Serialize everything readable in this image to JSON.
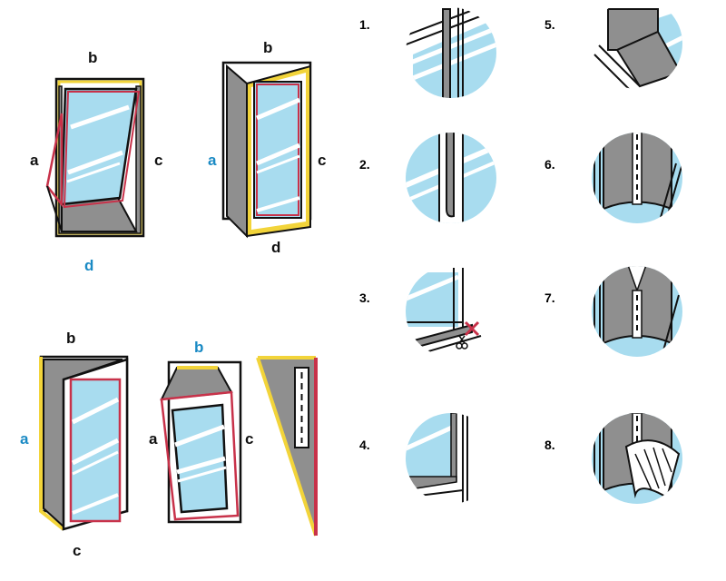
{
  "colors": {
    "outline": "#111111",
    "glass": "#a8dcef",
    "frame_gray": "#8f8f8f",
    "yellow": "#f2d43a",
    "red": "#c8324a",
    "blue_label": "#1a8ac4"
  },
  "windows": {
    "w1": {
      "b": "b",
      "a": "a",
      "c": "c",
      "d": "d"
    },
    "w2": {
      "b": "b",
      "a": "a",
      "c": "c",
      "d": "d"
    },
    "w3": {
      "b": "b",
      "a": "a",
      "c": "c"
    },
    "w4": {
      "b": "b",
      "a": "a",
      "c": "c"
    }
  },
  "steps": [
    "1.",
    "2.",
    "3.",
    "4.",
    "5.",
    "6.",
    "7.",
    "8."
  ]
}
